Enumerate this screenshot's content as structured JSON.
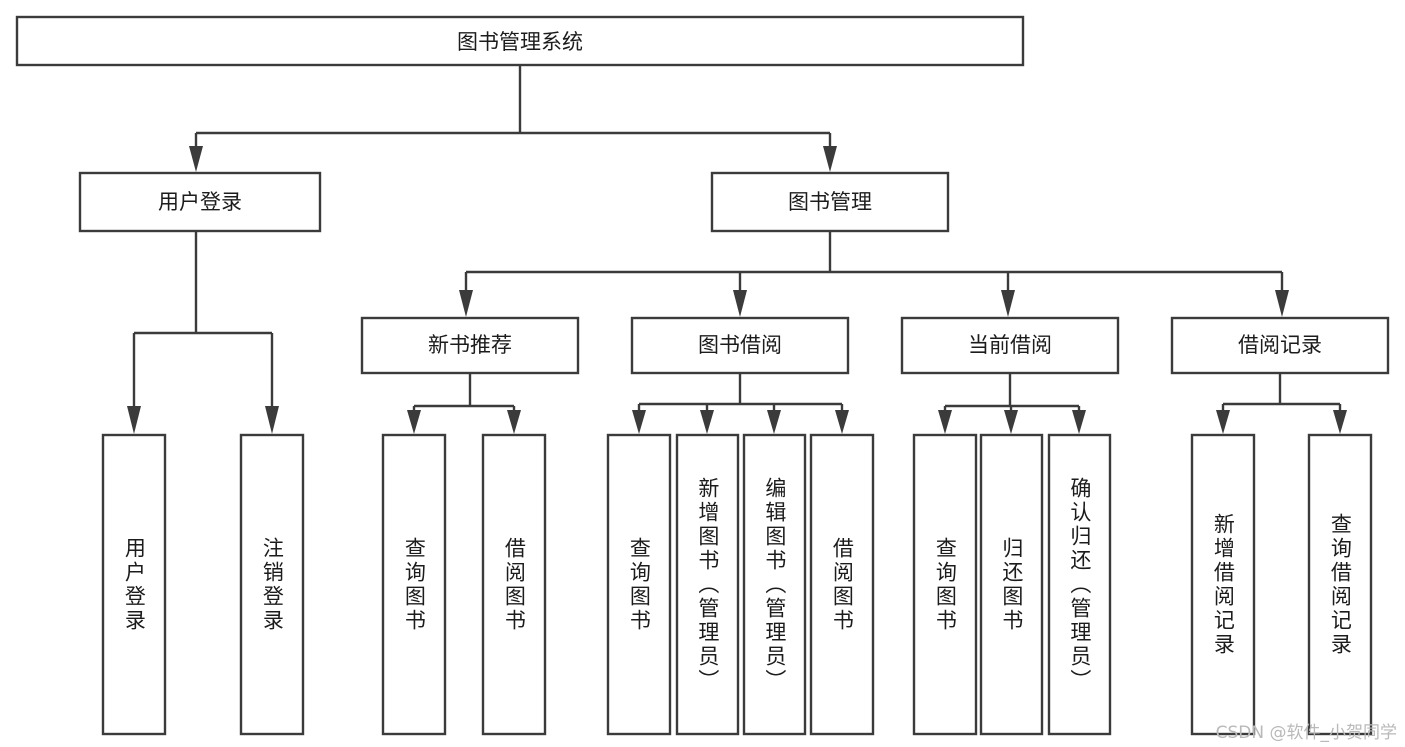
{
  "diagram": {
    "title": "图书管理系统",
    "type": "tree",
    "watermark": "CSDN @软件_小贺同学",
    "colors": {
      "box_fill": "#ffffff",
      "box_stroke": "#3b3b3b",
      "text": "#1c1c1c",
      "background": "#ffffff",
      "watermark": "#b9b9b9"
    },
    "root": {
      "label": "图书管理系统"
    },
    "level1": [
      {
        "label": "用户登录"
      },
      {
        "label": "图书管理"
      }
    ],
    "level2": [
      {
        "label": "新书推荐"
      },
      {
        "label": "图书借阅"
      },
      {
        "label": "当前借阅"
      },
      {
        "label": "借阅记录"
      }
    ],
    "leaves": {
      "user_login": [
        {
          "label": "用户登录"
        },
        {
          "label": "注销登录"
        }
      ],
      "new_book_recommend": [
        {
          "label": "查询图书"
        },
        {
          "label": "借阅图书"
        }
      ],
      "book_borrow": [
        {
          "label": "查询图书"
        },
        {
          "label": "新增图书（管理员）"
        },
        {
          "label": "编辑图书（管理员）"
        },
        {
          "label": "借阅图书"
        }
      ],
      "current_borrow": [
        {
          "label": "查询图书"
        },
        {
          "label": "归还图书"
        },
        {
          "label": "确认归还（管理员）"
        }
      ],
      "borrow_record": [
        {
          "label": "新增借阅记录"
        },
        {
          "label": "查询借阅记录"
        }
      ]
    }
  }
}
